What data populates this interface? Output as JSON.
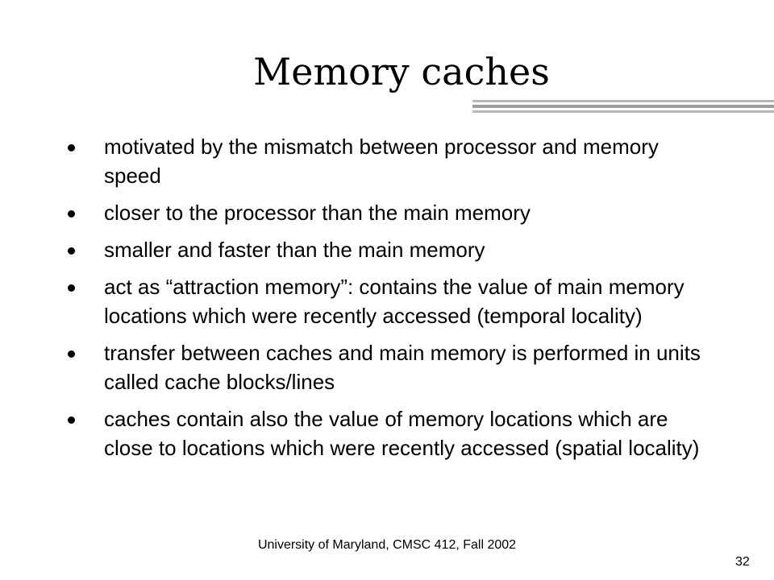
{
  "slide": {
    "title": "Memory caches",
    "bullets": [
      "motivated by the mismatch between processor and memory speed",
      "closer to the processor than the main memory",
      "smaller and faster than the main memory",
      "act as  “attraction memory”: contains the value of main memory locations which were recently accessed (temporal locality)",
      "transfer between caches and main memory is performed in units called cache blocks/lines",
      "caches contain also the value of memory locations which are close to locations which were recently accessed (spatial locality)"
    ],
    "footer": "University of Maryland, CMSC 412, Fall 2002",
    "page_number": "32"
  },
  "colors": {
    "background": "#ffffff",
    "text": "#000000",
    "rule": "#aaaaaa"
  }
}
